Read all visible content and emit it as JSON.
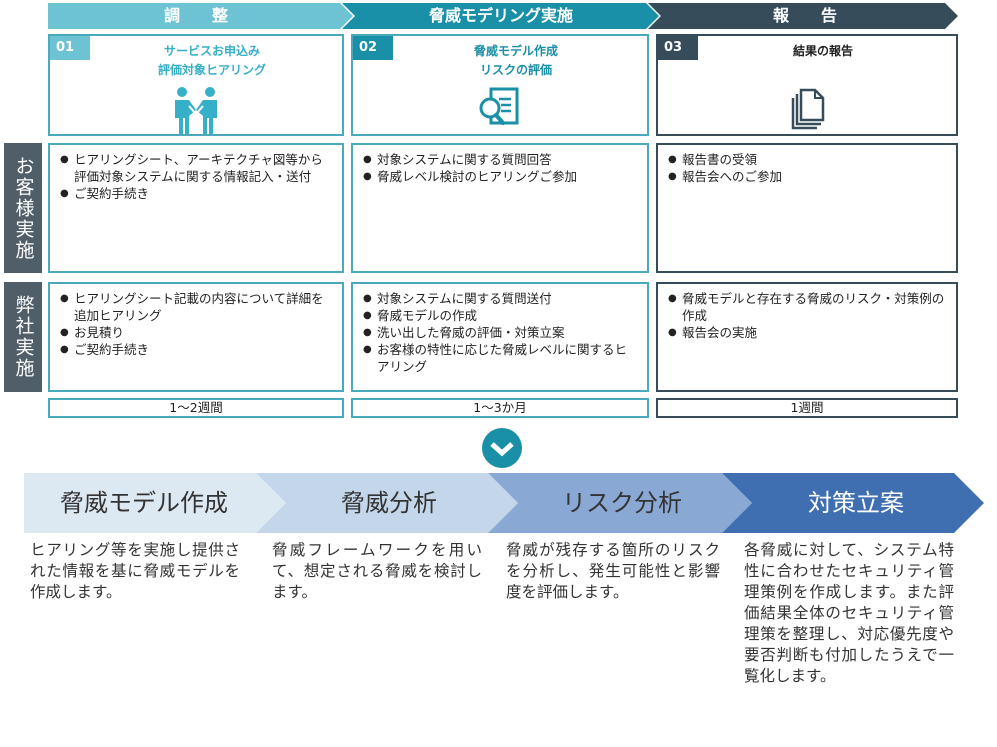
{
  "phases": [
    {
      "label": "調　　整"
    },
    {
      "label": "脅威モデリング実施"
    },
    {
      "label": "報　　告"
    }
  ],
  "steps": [
    {
      "num": "01",
      "title_line1": "サービスお申込み",
      "title_line2": "評価対象ヒアリング",
      "icon": "handshake-people-icon"
    },
    {
      "num": "02",
      "title_line1": "脅威モデル作成",
      "title_line2": "リスクの評価",
      "icon": "document-search-icon"
    },
    {
      "num": "03",
      "title_line1": "結果の報告",
      "title_line2": "",
      "icon": "documents-stack-icon"
    }
  ],
  "rows": {
    "customer": {
      "label": "お客様実施"
    },
    "company": {
      "label": "弊社実施"
    }
  },
  "customer_tasks": [
    [
      "ヒアリングシート、アーキテクチャ図等から評価対象システムに関する情報記入・送付",
      "ご契約手続き"
    ],
    [
      "対象システムに関する質問回答",
      "脅威レベル検討のヒアリングご参加"
    ],
    [
      "報告書の受領",
      "報告会へのご参加"
    ]
  ],
  "company_tasks": [
    [
      "ヒアリングシート記載の内容について詳細を追加ヒアリング",
      "お見積り",
      "ご契約手続き"
    ],
    [
      "対象システムに関する質問送付",
      "脅威モデルの作成",
      "洗い出した脅威の評価・対策立案",
      "お客様の特性に応じた脅威レベルに関するヒアリング"
    ],
    [
      "脅威モデルと存在する脅威のリスク・対策例の作成",
      "報告会の実施"
    ]
  ],
  "durations": [
    "1～2週間",
    "1～3か月",
    "1週間"
  ],
  "process": [
    {
      "label": "脅威モデル作成",
      "description": "ヒアリング等を実施し提供された情報を基に脅威モデルを作成します。"
    },
    {
      "label": "脅威分析",
      "description": "脅威フレームワークを用いて、想定される脅威を検討します。"
    },
    {
      "label": "リスク分析",
      "description": "脅威が残存する箇所のリスクを分析し、発生可能性と影響度を評価します。"
    },
    {
      "label": "対策立案",
      "description": "各脅威に対して、システム特性に合わせたセキュリティ管理策例を作成します。また評価結果全体のセキュリティ管理策を整理し、対応優先度や要否判断も付加したうえで一覧化します。"
    }
  ],
  "colors": {
    "teal_light": "#6dc3d3",
    "teal": "#1a8fa8",
    "navy": "#374c5a",
    "process_1": "#dce8f2",
    "process_2": "#c4d6ea",
    "process_3": "#8aa8d4",
    "process_4": "#3f6fb0"
  }
}
